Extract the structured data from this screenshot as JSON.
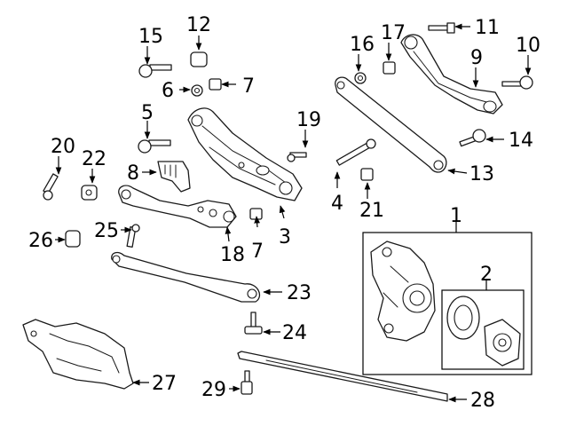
{
  "diagram": {
    "callouts": [
      "1",
      "2",
      "3",
      "4",
      "5",
      "6",
      "7",
      "7",
      "8",
      "9",
      "10",
      "11",
      "12",
      "13",
      "14",
      "15",
      "16",
      "17",
      "18",
      "19",
      "20",
      "21",
      "22",
      "23",
      "24",
      "25",
      "26",
      "27",
      "28",
      "29"
    ]
  },
  "colors": {
    "line": "#1a1a1a",
    "background": "#ffffff"
  }
}
